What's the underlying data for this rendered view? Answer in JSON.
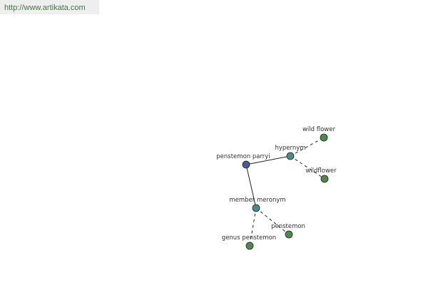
{
  "source_url": "http://www.artikata.com",
  "graph": {
    "nodes": [
      {
        "id": "root",
        "label": "penstemon parryi",
        "kind": "root",
        "color": "#4a5a9a"
      },
      {
        "id": "hypernym",
        "label": "hypernym",
        "kind": "relation",
        "color": "#4d8b8b"
      },
      {
        "id": "member-meronym",
        "label": "member meronym",
        "kind": "relation",
        "color": "#4d8b8b"
      },
      {
        "id": "wild-flower",
        "label": "wild flower",
        "kind": "leaf",
        "color": "#4e8a4e"
      },
      {
        "id": "wildflower",
        "label": "wildflower",
        "kind": "leaf",
        "color": "#4e8a4e"
      },
      {
        "id": "penstemon",
        "label": "penstemon",
        "kind": "leaf",
        "color": "#4e8a4e"
      },
      {
        "id": "genus-penstemon",
        "label": "genus penstemon",
        "kind": "leaf",
        "color": "#4e8a4e"
      }
    ],
    "edges": [
      {
        "from": "root",
        "to": "hypernym",
        "style": "solid"
      },
      {
        "from": "root",
        "to": "member-meronym",
        "style": "solid"
      },
      {
        "from": "hypernym",
        "to": "wild-flower",
        "style": "dashed"
      },
      {
        "from": "hypernym",
        "to": "wildflower",
        "style": "dashed"
      },
      {
        "from": "member-meronym",
        "to": "penstemon",
        "style": "dashed"
      },
      {
        "from": "member-meronym",
        "to": "genus-penstemon",
        "style": "dashed"
      }
    ]
  }
}
